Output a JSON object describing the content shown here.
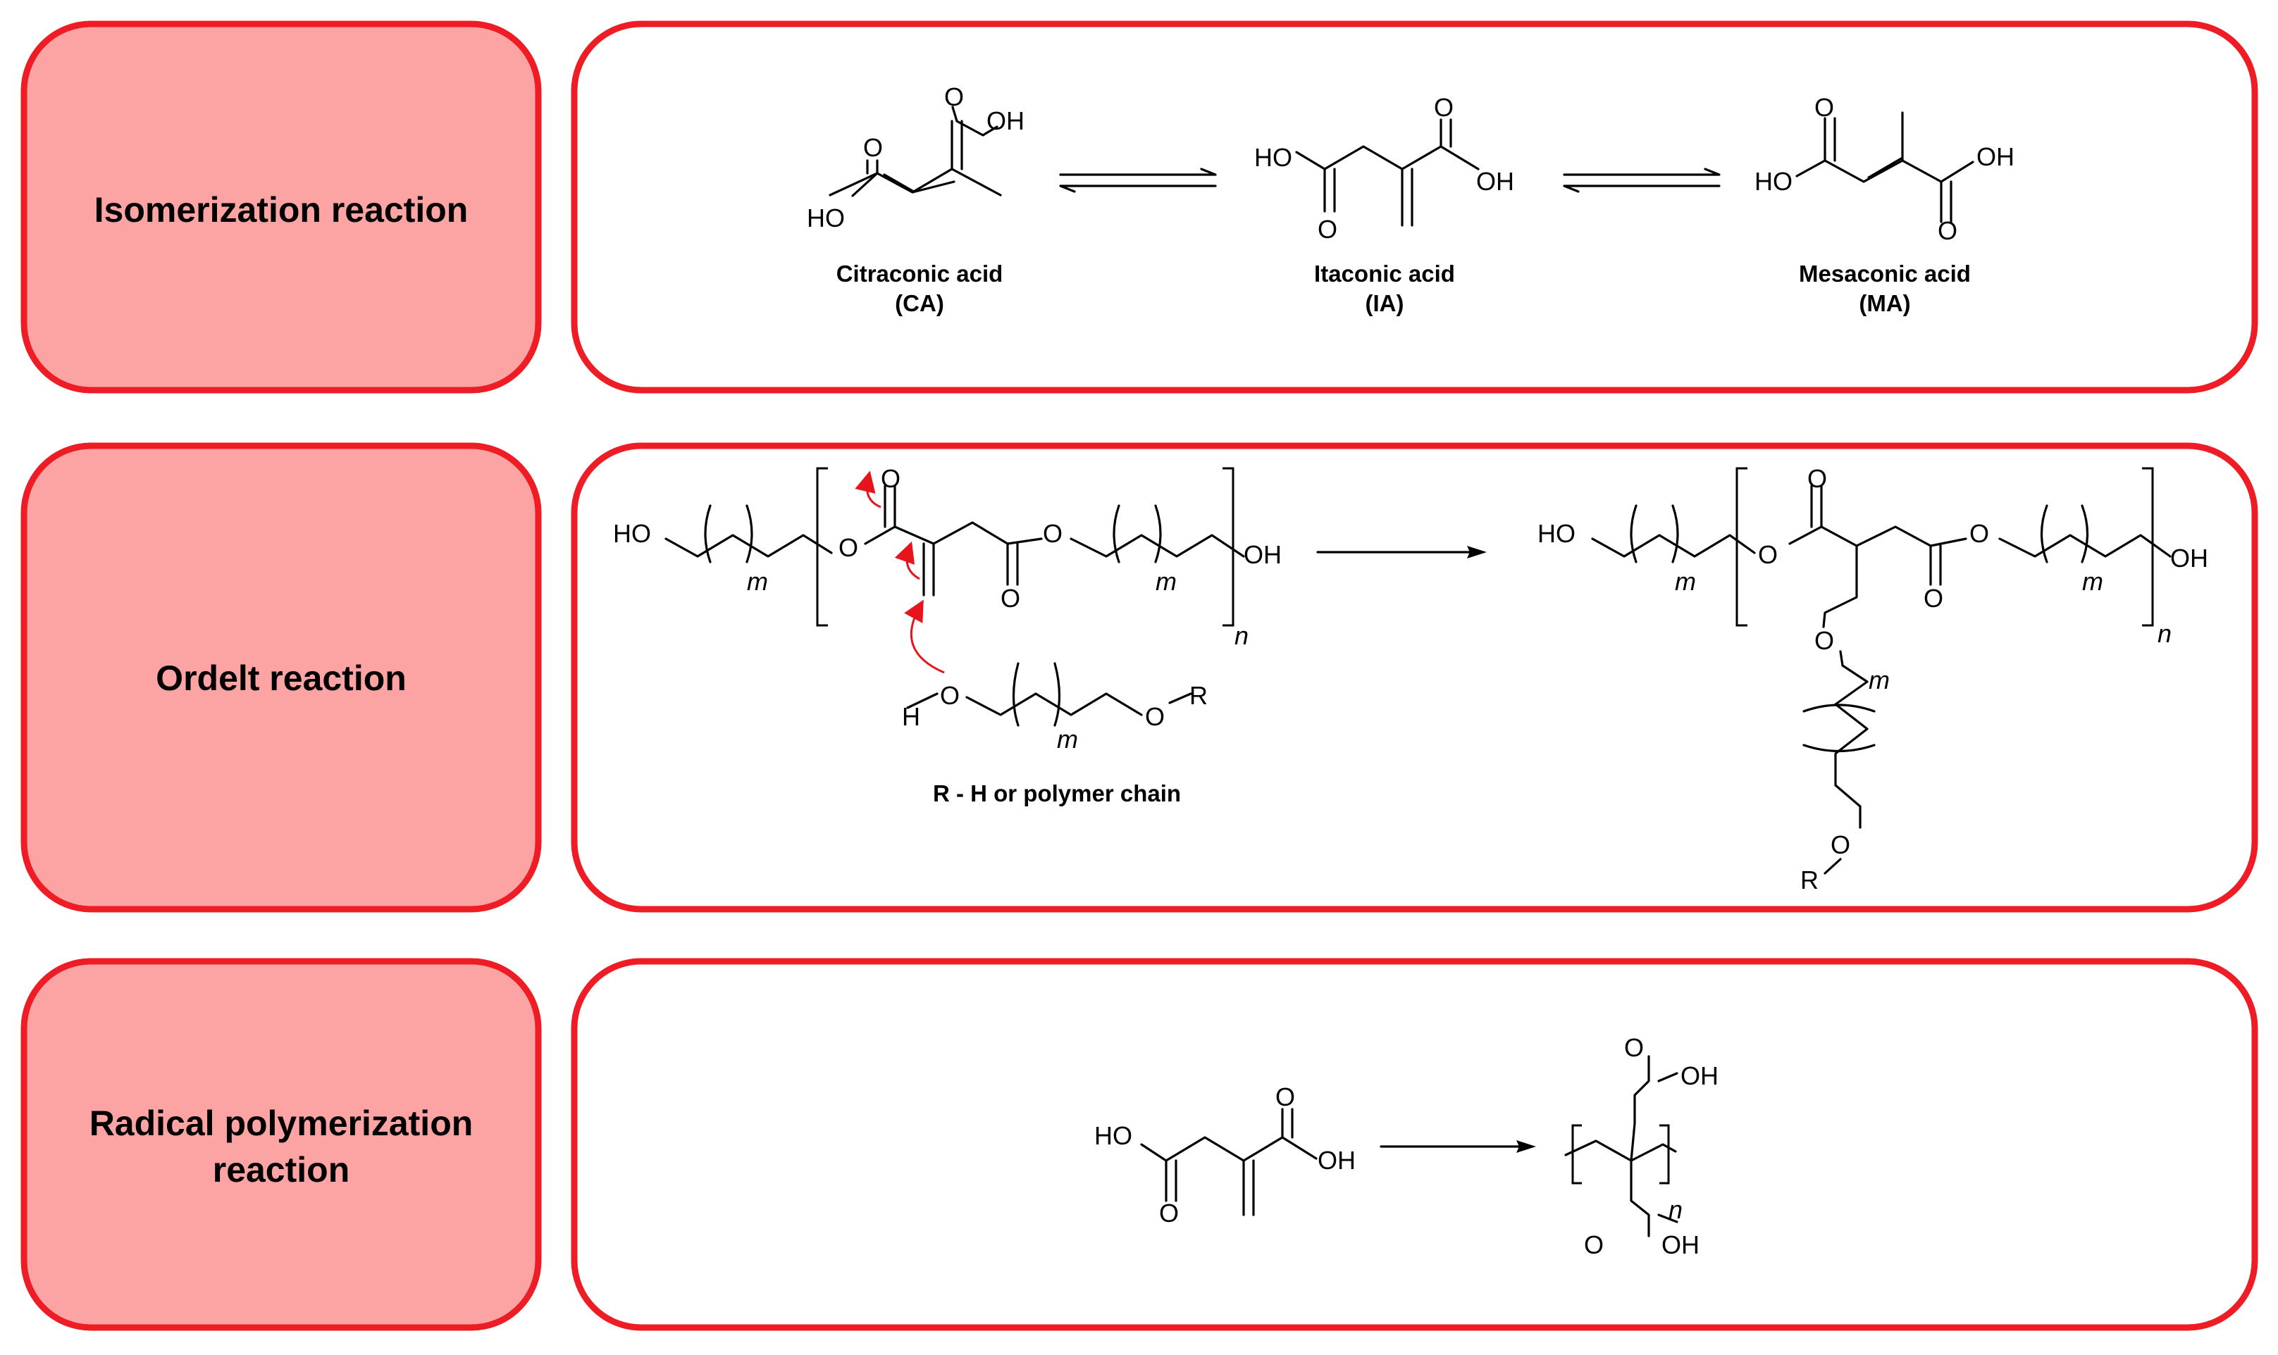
{
  "colors": {
    "border": "#ee1c25",
    "label_fill": "#fca3a4",
    "arrow_red": "#e8141b",
    "text": "#000000"
  },
  "rows": [
    {
      "label": [
        "Isomerization reaction"
      ]
    },
    {
      "label": [
        "Ordelt reaction"
      ]
    },
    {
      "label": [
        "Radical polymerization",
        "reaction"
      ]
    }
  ],
  "isomerization": {
    "compounds": [
      {
        "name": "Citraconic acid",
        "abbr": "(CA)"
      },
      {
        "name": "Itaconic acid",
        "abbr": "(IA)"
      },
      {
        "name": "Mesaconic acid",
        "abbr": "(MA)"
      }
    ]
  },
  "ordelt": {
    "r_note": "R - H or polymer chain"
  },
  "atoms": {
    "oh": "OH",
    "ho": "HO",
    "o": "O",
    "h": "H",
    "r": "R",
    "m": "m",
    "n": "n"
  }
}
